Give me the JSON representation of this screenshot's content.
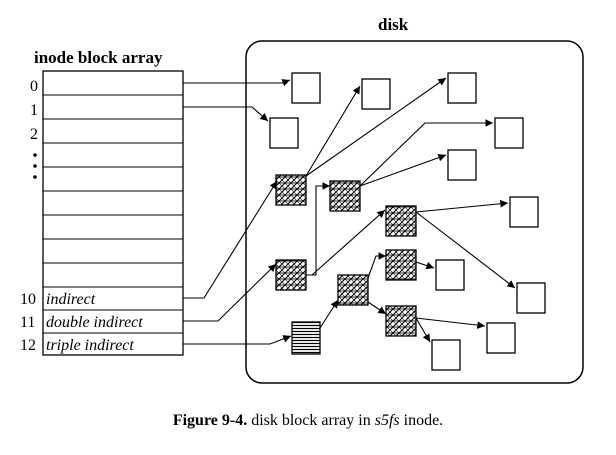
{
  "inode": {
    "title": "inode block array",
    "indices": [
      "0",
      "1",
      "2",
      "10",
      "11",
      "12"
    ],
    "slots": [
      "indirect",
      "double indirect",
      "triple indirect"
    ]
  },
  "disk": {
    "title": "disk"
  },
  "caption": {
    "label": "Figure 9-4.",
    "text_before": " disk block array in ",
    "emphasis": "s5fs",
    "text_after": " inode."
  }
}
